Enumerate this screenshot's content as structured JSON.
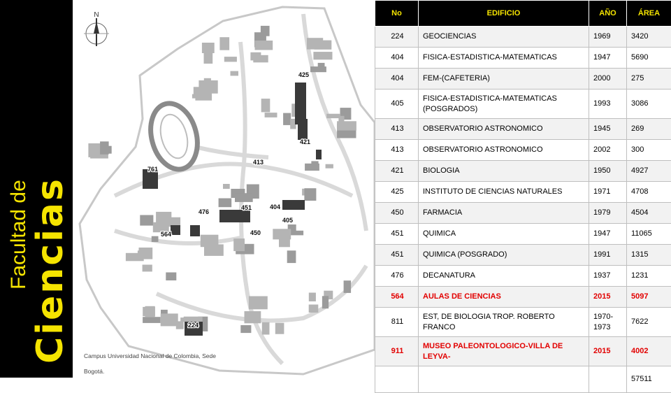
{
  "sidebar": {
    "title_small": "Facultad de",
    "title_big": "Ciencias"
  },
  "map": {
    "compass_label": "N",
    "building_labels": [
      "425",
      "421",
      "761",
      "413",
      "476",
      "451",
      "404",
      "405",
      "450",
      "564",
      "224"
    ],
    "caption": "Campus Universidad Nacional de Colombia, Sede Bogotá."
  },
  "table": {
    "headers": [
      "No",
      "EDIFICIO",
      "AÑO",
      "ÁREA"
    ],
    "rows": [
      {
        "no": "224",
        "edificio": "GEOCIENCIAS",
        "anio": "1969",
        "area": "3420"
      },
      {
        "no": "404",
        "edificio": "FISICA-ESTADISTICA-MATEMATICAS",
        "anio": "1947",
        "area": "5690"
      },
      {
        "no": "404",
        "edificio": "FEM-(CAFETERIA)",
        "anio": "2000",
        "area": "275"
      },
      {
        "no": "405",
        "edificio": "FISICA-ESTADISTICA-MATEMATICAS (POSGRADOS)",
        "anio": "1993",
        "area": "3086"
      },
      {
        "no": "413",
        "edificio": "OBSERVATORIO ASTRONOMICO",
        "anio": "1945",
        "area": "269"
      },
      {
        "no": "413",
        "edificio": "OBSERVATORIO ASTRONOMICO",
        "anio": "2002",
        "area": "300"
      },
      {
        "no": "421",
        "edificio": "BIOLOGIA",
        "anio": "1950",
        "area": "4927"
      },
      {
        "no": "425",
        "edificio": "INSTITUTO DE CIENCIAS NATURALES",
        "anio": "1971",
        "area": "4708"
      },
      {
        "no": "450",
        "edificio": "FARMACIA",
        "anio": "1979",
        "area": "4504"
      },
      {
        "no": "451",
        "edificio": "QUIMICA",
        "anio": "1947",
        "area": "11065"
      },
      {
        "no": "451",
        "edificio": "QUIMICA (POSGRADO)",
        "anio": "1991",
        "area": "1315"
      },
      {
        "no": "476",
        "edificio": "DECANATURA",
        "anio": "1937",
        "area": "1231"
      },
      {
        "no": "564",
        "edificio": "AULAS DE CIENCIAS",
        "anio": "2015",
        "area": "5097"
      },
      {
        "no": "811",
        "edificio": "EST, DE BIOLOGIA TROP. ROBERTO FRANCO",
        "anio": "1970- 1973",
        "area": "7622"
      },
      {
        "no": "911",
        "edificio": "MUSEO PALEONTOLOGICO-VILLA DE LEYVA-",
        "anio": "2015",
        "area": "4002"
      }
    ],
    "total": {
      "no": "",
      "edificio": "",
      "anio": "",
      "area": "57511"
    }
  },
  "colors": {
    "accent": "#f5e400",
    "highlight": "#e20000",
    "header_bg": "#000000"
  }
}
